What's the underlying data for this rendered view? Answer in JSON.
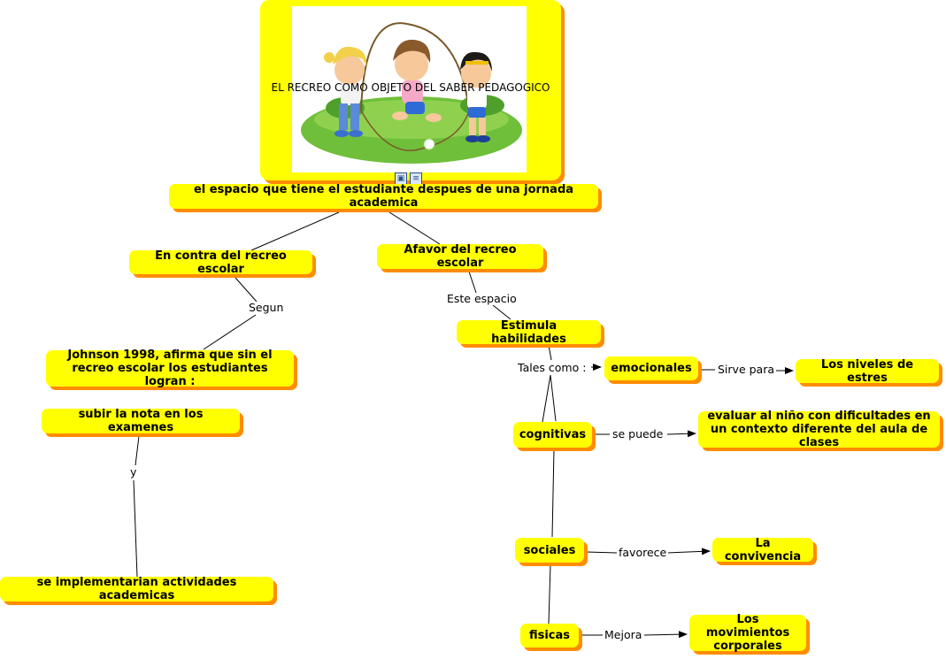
{
  "root": {
    "title": "EL RECREO COMO OBJETO DEL SABER PEDAGOGICO",
    "icons": [
      "image-icon",
      "document-icon"
    ]
  },
  "nodes": {
    "definition": "el espacio que tiene el estudiante despues de una jornada academica",
    "contra": "En contra del recreo escolar",
    "favor": "Afavor del recreo escolar",
    "johnson": "Johnson 1998, afirma que sin el recreo escolar los estudiantes logran :",
    "subir": "subir la nota en los examenes",
    "implementar": "se implementarian actividades academicas",
    "estimula": "Estimula habilidades",
    "emocionales": "emocionales",
    "niveles": "Los niveles de estres",
    "cognitivas": "cognitivas",
    "evaluar": "evaluar al niño con dificultades en un contexto diferente del aula de clases",
    "sociales": "sociales",
    "convivencia": "La convivencia",
    "fisicas": "fisicas",
    "movimientos": "Los movimientos corporales"
  },
  "links": {
    "segun": "Segun",
    "y": "y",
    "este_espacio": "Este espacio",
    "tales_como": "Tales como :",
    "sirve_para": "Sirve para",
    "se_puede": "se puede",
    "favorece": "favorece",
    "mejora": "Mejora"
  },
  "colors": {
    "node_fill": "#ffff00",
    "node_shadow": "#ff8c00",
    "line": "#000000"
  }
}
